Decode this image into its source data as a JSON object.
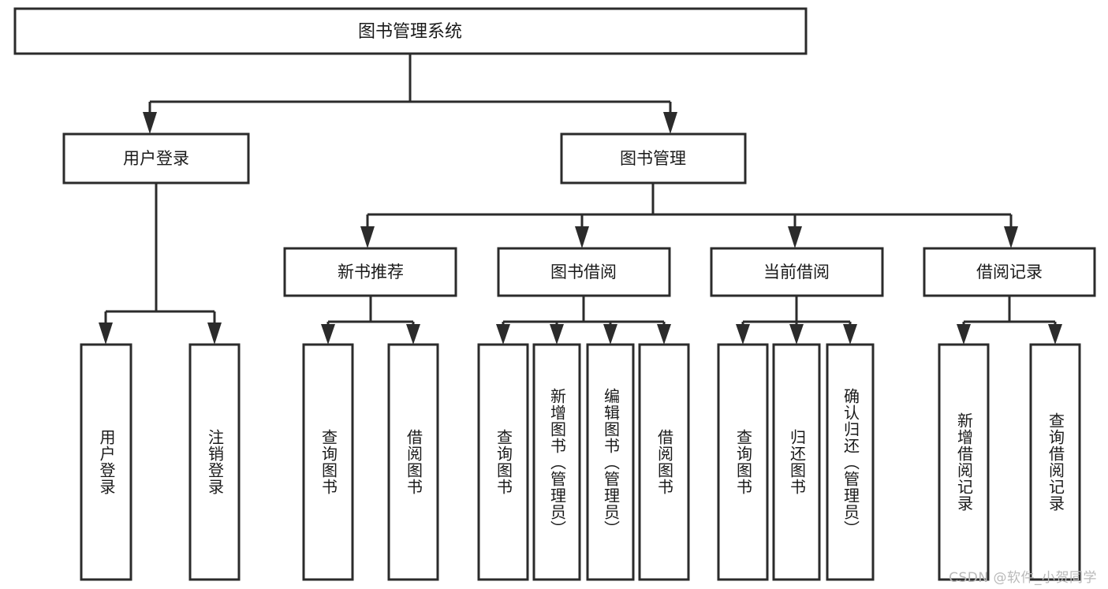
{
  "diagram": {
    "title": "图书管理系统",
    "type": "tree",
    "root": {
      "id": "root",
      "label": "图书管理系统",
      "level": 1
    },
    "level2": [
      {
        "id": "user-login",
        "label": "用户登录",
        "level": 2
      },
      {
        "id": "book-manage",
        "label": "图书管理",
        "level": 2
      }
    ],
    "level3": [
      {
        "id": "new-book-recommend",
        "label": "新书推荐",
        "parent": "book-manage",
        "level": 3
      },
      {
        "id": "book-borrow",
        "label": "图书借阅",
        "parent": "book-manage",
        "level": 3
      },
      {
        "id": "current-borrow",
        "label": "当前借阅",
        "parent": "book-manage",
        "level": 3
      },
      {
        "id": "borrow-record",
        "label": "借阅记录",
        "parent": "book-manage",
        "level": 3
      }
    ],
    "leaves": [
      {
        "id": "leaf-user-login",
        "label": "用户登录",
        "parent": "user-login"
      },
      {
        "id": "leaf-logout-login",
        "label": "注销登录",
        "parent": "user-login"
      },
      {
        "id": "leaf-query-book-1",
        "label": "查询图书",
        "parent": "new-book-recommend"
      },
      {
        "id": "leaf-borrow-book-1",
        "label": "借阅图书",
        "parent": "new-book-recommend"
      },
      {
        "id": "leaf-query-book-2",
        "label": "查询图书",
        "parent": "book-borrow"
      },
      {
        "id": "leaf-add-book",
        "label": "新增图书（管理员）",
        "parent": "book-borrow"
      },
      {
        "id": "leaf-edit-book",
        "label": "编辑图书（管理员）",
        "parent": "book-borrow"
      },
      {
        "id": "leaf-borrow-book-2",
        "label": "借阅图书",
        "parent": "book-borrow"
      },
      {
        "id": "leaf-query-book-3",
        "label": "查询图书",
        "parent": "current-borrow"
      },
      {
        "id": "leaf-return-book",
        "label": "归还图书",
        "parent": "current-borrow"
      },
      {
        "id": "leaf-confirm-return",
        "label": "确认归还（管理员）",
        "parent": "current-borrow"
      },
      {
        "id": "leaf-add-record",
        "label": "新增借阅记录",
        "parent": "borrow-record"
      },
      {
        "id": "leaf-query-record",
        "label": "查询借阅记录",
        "parent": "borrow-record"
      }
    ]
  },
  "watermark": {
    "text": "CSDN @软件_小贺同学"
  },
  "colors": {
    "box_stroke": "#2b2b2b",
    "box_fill": "#ffffff",
    "text": "#1a1a1a",
    "background": "#ffffff",
    "watermark": "#b9b9b9"
  }
}
